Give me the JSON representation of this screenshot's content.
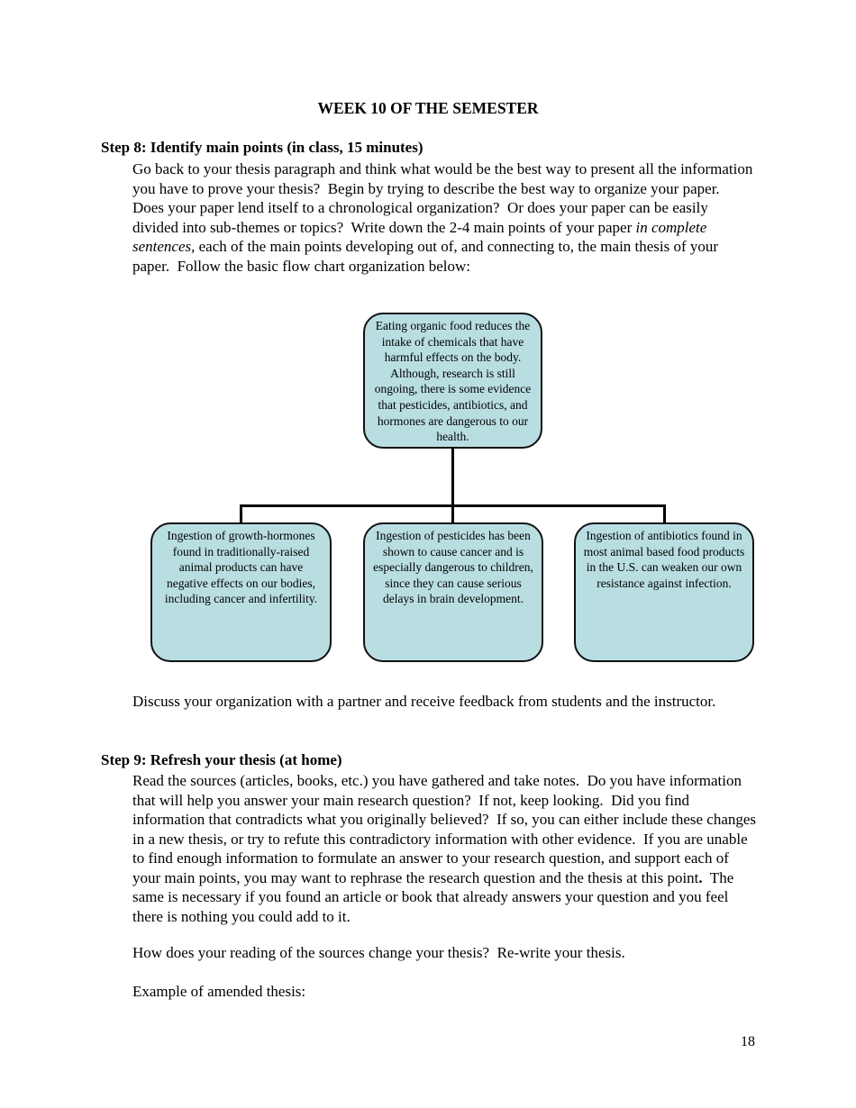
{
  "page": {
    "title": "WEEK 10 OF THE SEMESTER",
    "page_number": "18"
  },
  "step8": {
    "heading": "Step 8: Identify main points (in class, 15 minutes)",
    "para_pre": "Go back to your thesis paragraph and think what would be the best way to present all the information you have to prove your thesis?  Begin by trying to describe the best way to organize your paper.   Does your paper lend itself to a chronological organization?  Or does your paper can be easily divided into sub-themes or topics?  Write down the 2-4 main points of your paper ",
    "para_italic": "in complete sentences,",
    "para_post": " each of the main points developing out of, and connecting to, the main thesis of your paper.  Follow the basic flow chart organization below:"
  },
  "flowchart": {
    "box_fill": "#b9dee2",
    "box_border": "#111111",
    "thesis_box": "Eating organic food reduces the intake of chemicals that have harmful effects on the body.  Although, research is still ongoing, there is some evidence that pesticides, antibiotics, and hormones are dangerous to our health.",
    "left_box": "Ingestion of growth-hormones found in traditionally-raised animal products can have negative effects on our bodies, including cancer and infertility.",
    "middle_box": "Ingestion of pesticides has been shown to cause cancer and is especially dangerous to children, since they can cause serious delays in brain development.",
    "right_box": "Ingestion of antibiotics found in most animal based food products in the U.S. can weaken our own resistance against infection."
  },
  "discuss_para": "Discuss your organization with a partner and receive feedback from students and the instructor.",
  "step9": {
    "heading": "Step 9: Refresh your thesis (at home)",
    "para_pre": "Read the sources (articles, books, etc.) you have gathered and take notes.  Do you have information that will help you answer your main research question?  If not, keep looking.  Did you find information that contradicts what you originally believed?  If so, you can either include these changes in a new thesis, or try to refute this contradictory information with other evidence.  If you are unable to find enough information to formulate an answer to your research question, and support each of your main points, you may want to rephrase the research question and the thesis at this point",
    "para_bold_period": ".",
    "para_post": "  The same is necessary if you found an article or book that already answers your question and you feel there is nothing you could add to it."
  },
  "reading_para": "How does your reading of the sources change your thesis?  Re-write your thesis.",
  "example_para": "Example of amended thesis:"
}
